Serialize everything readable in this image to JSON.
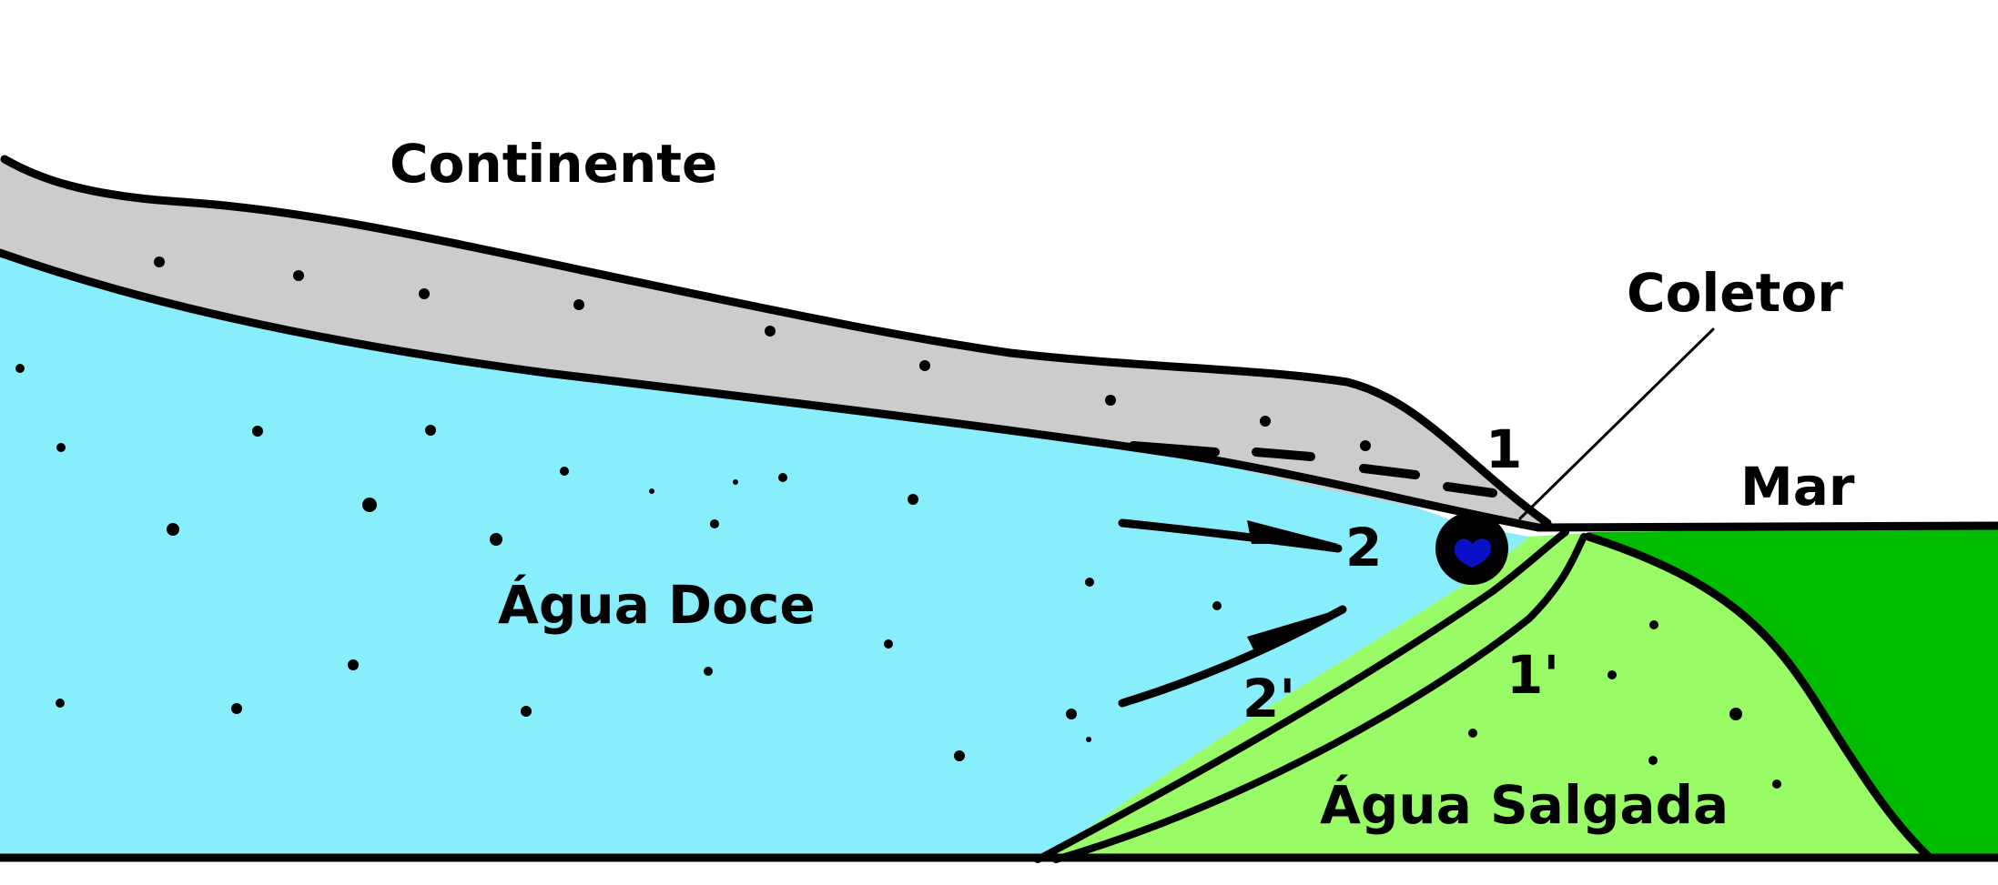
{
  "labels": {
    "continent": "Continente",
    "collector": "Coletor",
    "sea": "Mar",
    "fresh_water": "Água Doce",
    "salt_water": "Água Salgada",
    "flow_1": "1",
    "flow_1_prime": "1'",
    "flow_2": "2",
    "flow_2_prime": "2'"
  },
  "colors": {
    "continent_soil": "#cccccc",
    "fresh_water": "#88eefc",
    "salt_water_wedge": "#99fc66",
    "sea": "#00bb00",
    "collector": "#0a10c8",
    "outline": "#000000"
  }
}
